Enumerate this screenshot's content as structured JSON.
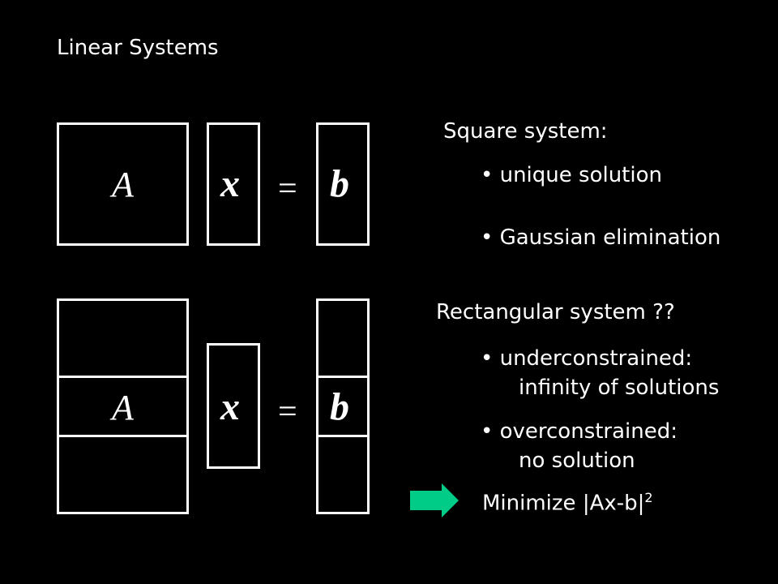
{
  "slide": {
    "title": "Linear Systems"
  },
  "top_equation": {
    "matrix": "A",
    "vector_x": "x",
    "equals": "=",
    "vector_b": "b"
  },
  "bottom_equation": {
    "matrix": "A",
    "vector_x": "x",
    "equals": "=",
    "vector_b": "b"
  },
  "square": {
    "heading": "Square system:",
    "bullets": [
      "• unique solution",
      "• Gaussian elimination"
    ]
  },
  "rectangular": {
    "heading": "Rectangular system ??",
    "under_label": "• underconstrained:",
    "under_detail": "infinity of solutions",
    "over_label": "• overconstrained:",
    "over_detail": "no solution",
    "minimize": "Minimize |Ax-b|",
    "minimize_exp": "2"
  },
  "colors": {
    "background": "#000000",
    "foreground": "#ffffff",
    "arrow": "#00cc88"
  }
}
